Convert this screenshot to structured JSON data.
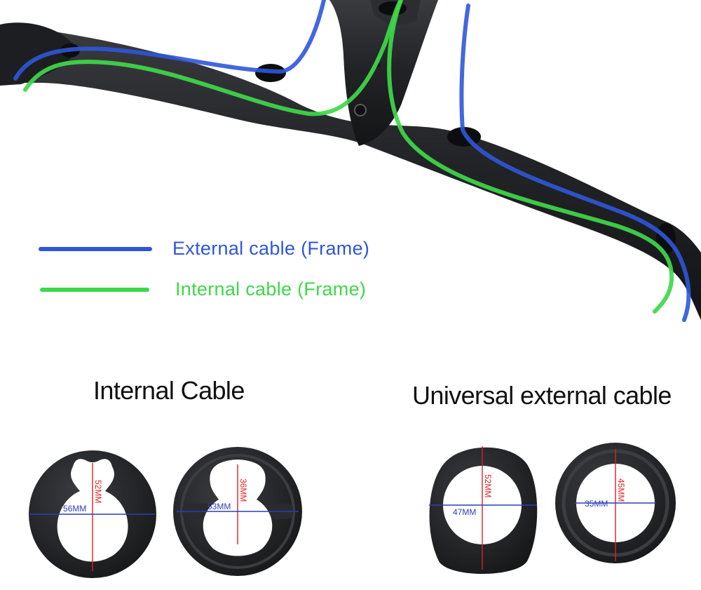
{
  "legend": {
    "external": {
      "label": "External cable (Frame)",
      "color": "#2F56D8"
    },
    "internal": {
      "label": "Internal cable (Frame)",
      "color": "#3FD84A"
    }
  },
  "sections": {
    "internal_title": "Internal Cable",
    "external_title": "Universal external cable"
  },
  "spacers": {
    "internal_top": {
      "height_label": "52MM",
      "width_label": "56MM"
    },
    "internal_bottom": {
      "height_label": "36MM",
      "width_label": "53MM"
    },
    "external_top": {
      "height_label": "52MM",
      "width_label": "47MM"
    },
    "external_bottom": {
      "height_label": "45MM",
      "width_label": "35MM"
    }
  },
  "colors": {
    "carbon": "#232427",
    "height_line": "#E02020",
    "width_line": "#2A3FB8"
  }
}
